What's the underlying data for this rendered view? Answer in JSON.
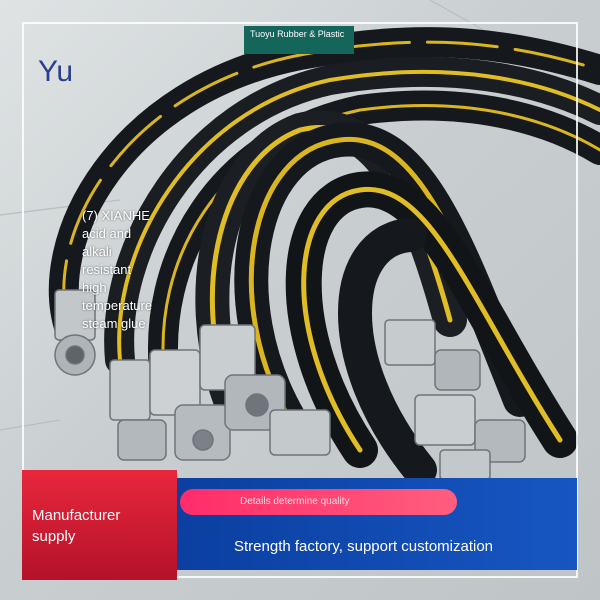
{
  "overlay": {
    "brand": "Yu",
    "company_badge": "Tuoyu Rubber & Plastic",
    "description_lines": [
      "(7) XIANHE",
      "acid and",
      "alkali",
      "resistant",
      "high",
      "temperature",
      "steam glue"
    ],
    "manufacturer_lines": [
      "Manufacturer",
      "supply"
    ],
    "tagline": "Details determine quality",
    "slogan": "Strength factory, support customization"
  },
  "colors": {
    "hose": "#15181c",
    "hose_stripe": "#e0bd25",
    "fitting_steel": "#b9bec2",
    "red_panel": "#d51f34",
    "blue_panel": "#1249b0",
    "badge": "#14655a",
    "brand_text": "#2b3f8f"
  }
}
